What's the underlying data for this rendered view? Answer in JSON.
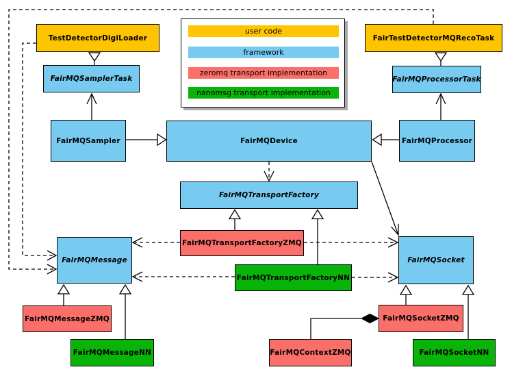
{
  "colors": {
    "user_code": "#FFC400",
    "framework": "#77CBF0",
    "zeromq": "#FA6F6A",
    "nanomsg": "#09B409",
    "line": "#000000",
    "legend_shadow": "#A9A9A9"
  },
  "legend": {
    "items": [
      {
        "label": "user code",
        "color": "#FFC400"
      },
      {
        "label": "framework",
        "color": "#77CBF0"
      },
      {
        "label": "zeromq transport implementation",
        "color": "#FA6F6A"
      },
      {
        "label": "nanomsg transport implementation",
        "color": "#09B409"
      }
    ]
  },
  "nodes": {
    "testDetectorDigiLoader": {
      "label": "TestDetectorDigiLoader",
      "category": "user code",
      "abstract": false,
      "color": "#FFC400"
    },
    "fairTestDetectorMQRecoTask": {
      "label": "FairTestDetectorMQRecoTask",
      "category": "user code",
      "abstract": false,
      "color": "#FFC400"
    },
    "fairMQSamplerTask": {
      "label": "FairMQSamplerTask",
      "category": "framework",
      "abstract": true,
      "color": "#77CBF0"
    },
    "fairMQProcessorTask": {
      "label": "FairMQProcessorTask",
      "category": "framework",
      "abstract": true,
      "color": "#77CBF0"
    },
    "fairMQSampler": {
      "label": "FairMQSampler",
      "category": "framework",
      "abstract": false,
      "color": "#77CBF0"
    },
    "fairMQDevice": {
      "label": "FairMQDevice",
      "category": "framework",
      "abstract": false,
      "color": "#77CBF0"
    },
    "fairMQProcessor": {
      "label": "FairMQProcessor",
      "category": "framework",
      "abstract": false,
      "color": "#77CBF0"
    },
    "fairMQTransportFactory": {
      "label": "FairMQTransportFactory",
      "category": "framework",
      "abstract": true,
      "color": "#77CBF0"
    },
    "fairMQTransportFactoryZMQ": {
      "label": "FairMQTransportFactoryZMQ",
      "category": "zeromq transport implementation",
      "abstract": false,
      "color": "#FA6F6A"
    },
    "fairMQTransportFactoryNN": {
      "label": "FairMQTransportFactoryNN",
      "category": "nanomsg transport implementation",
      "abstract": false,
      "color": "#09B409"
    },
    "fairMQMessage": {
      "label": "FairMQMessage",
      "category": "framework",
      "abstract": true,
      "color": "#77CBF0"
    },
    "fairMQSocket": {
      "label": "FairMQSocket",
      "category": "framework",
      "abstract": true,
      "color": "#77CBF0"
    },
    "fairMQMessageZMQ": {
      "label": "FairMQMessageZMQ",
      "category": "zeromq transport implementation",
      "abstract": false,
      "color": "#FA6F6A"
    },
    "fairMQMessageNN": {
      "label": "FairMQMessageNN",
      "category": "nanomsg transport implementation",
      "abstract": false,
      "color": "#09B409"
    },
    "fairMQContextZMQ": {
      "label": "FairMQContextZMQ",
      "category": "zeromq transport implementation",
      "abstract": false,
      "color": "#FA6F6A"
    },
    "fairMQSocketZMQ": {
      "label": "FairMQSocketZMQ",
      "category": "zeromq transport implementation",
      "abstract": false,
      "color": "#FA6F6A"
    },
    "fairMQSocketNN": {
      "label": "FairMQSocketNN",
      "category": "nanomsg transport implementation",
      "abstract": false,
      "color": "#09B409"
    }
  },
  "edges": [
    {
      "from": "TestDetectorDigiLoader",
      "to": "FairMQSamplerTask",
      "style": "solid",
      "arrow": "hollow-triangle-at-from"
    },
    {
      "from": "FairMQSampler",
      "to": "FairMQSamplerTask",
      "style": "solid",
      "arrow": "open-arrow-at-to"
    },
    {
      "from": "FairTestDetectorMQRecoTask",
      "to": "FairMQProcessorTask",
      "style": "solid",
      "arrow": "hollow-triangle-at-from"
    },
    {
      "from": "FairMQProcessor",
      "to": "FairMQProcessorTask",
      "style": "solid",
      "arrow": "open-arrow-at-to"
    },
    {
      "from": "FairMQSampler",
      "to": "FairMQDevice",
      "style": "solid",
      "arrow": "hollow-triangle-at-to"
    },
    {
      "from": "FairMQProcessor",
      "to": "FairMQDevice",
      "style": "solid",
      "arrow": "hollow-triangle-at-to"
    },
    {
      "from": "FairMQDevice",
      "to": "FairMQTransportFactory",
      "style": "dashed",
      "arrow": "open-arrow-at-to"
    },
    {
      "from": "FairMQDevice",
      "to": "FairMQSocket",
      "style": "solid",
      "arrow": "open-arrow-at-to"
    },
    {
      "from": "FairMQTransportFactoryZMQ",
      "to": "FairMQTransportFactory",
      "style": "solid",
      "arrow": "hollow-triangle-at-to"
    },
    {
      "from": "FairMQTransportFactoryNN",
      "to": "FairMQTransportFactory",
      "style": "solid",
      "arrow": "hollow-triangle-at-to"
    },
    {
      "from": "FairMQTransportFactoryZMQ",
      "to": "FairMQMessage",
      "style": "dashed",
      "arrow": "open-arrow-at-to"
    },
    {
      "from": "FairMQTransportFactoryZMQ",
      "to": "FairMQSocket",
      "style": "dashed",
      "arrow": "open-arrow-at-to"
    },
    {
      "from": "FairMQTransportFactoryNN",
      "to": "FairMQMessage",
      "style": "dashed",
      "arrow": "open-arrow-at-to"
    },
    {
      "from": "FairMQTransportFactoryNN",
      "to": "FairMQSocket",
      "style": "dashed",
      "arrow": "open-arrow-at-to"
    },
    {
      "from": "TestDetectorDigiLoader",
      "to": "FairMQMessage",
      "style": "dashed",
      "arrow": "open-arrow-at-to"
    },
    {
      "from": "FairTestDetectorMQRecoTask",
      "to": "FairMQMessage",
      "style": "dashed",
      "arrow": "open-arrow-at-to"
    },
    {
      "from": "FairMQMessageZMQ",
      "to": "FairMQMessage",
      "style": "solid",
      "arrow": "hollow-triangle-at-to"
    },
    {
      "from": "FairMQMessageNN",
      "to": "FairMQMessage",
      "style": "solid",
      "arrow": "hollow-triangle-at-to"
    },
    {
      "from": "FairMQSocketZMQ",
      "to": "FairMQSocket",
      "style": "solid",
      "arrow": "hollow-triangle-at-to"
    },
    {
      "from": "FairMQSocketNN",
      "to": "FairMQSocket",
      "style": "solid",
      "arrow": "hollow-triangle-at-to"
    },
    {
      "from": "FairMQContextZMQ",
      "to": "FairMQSocketZMQ",
      "style": "solid",
      "arrow": "filled-diamond-at-to"
    }
  ]
}
